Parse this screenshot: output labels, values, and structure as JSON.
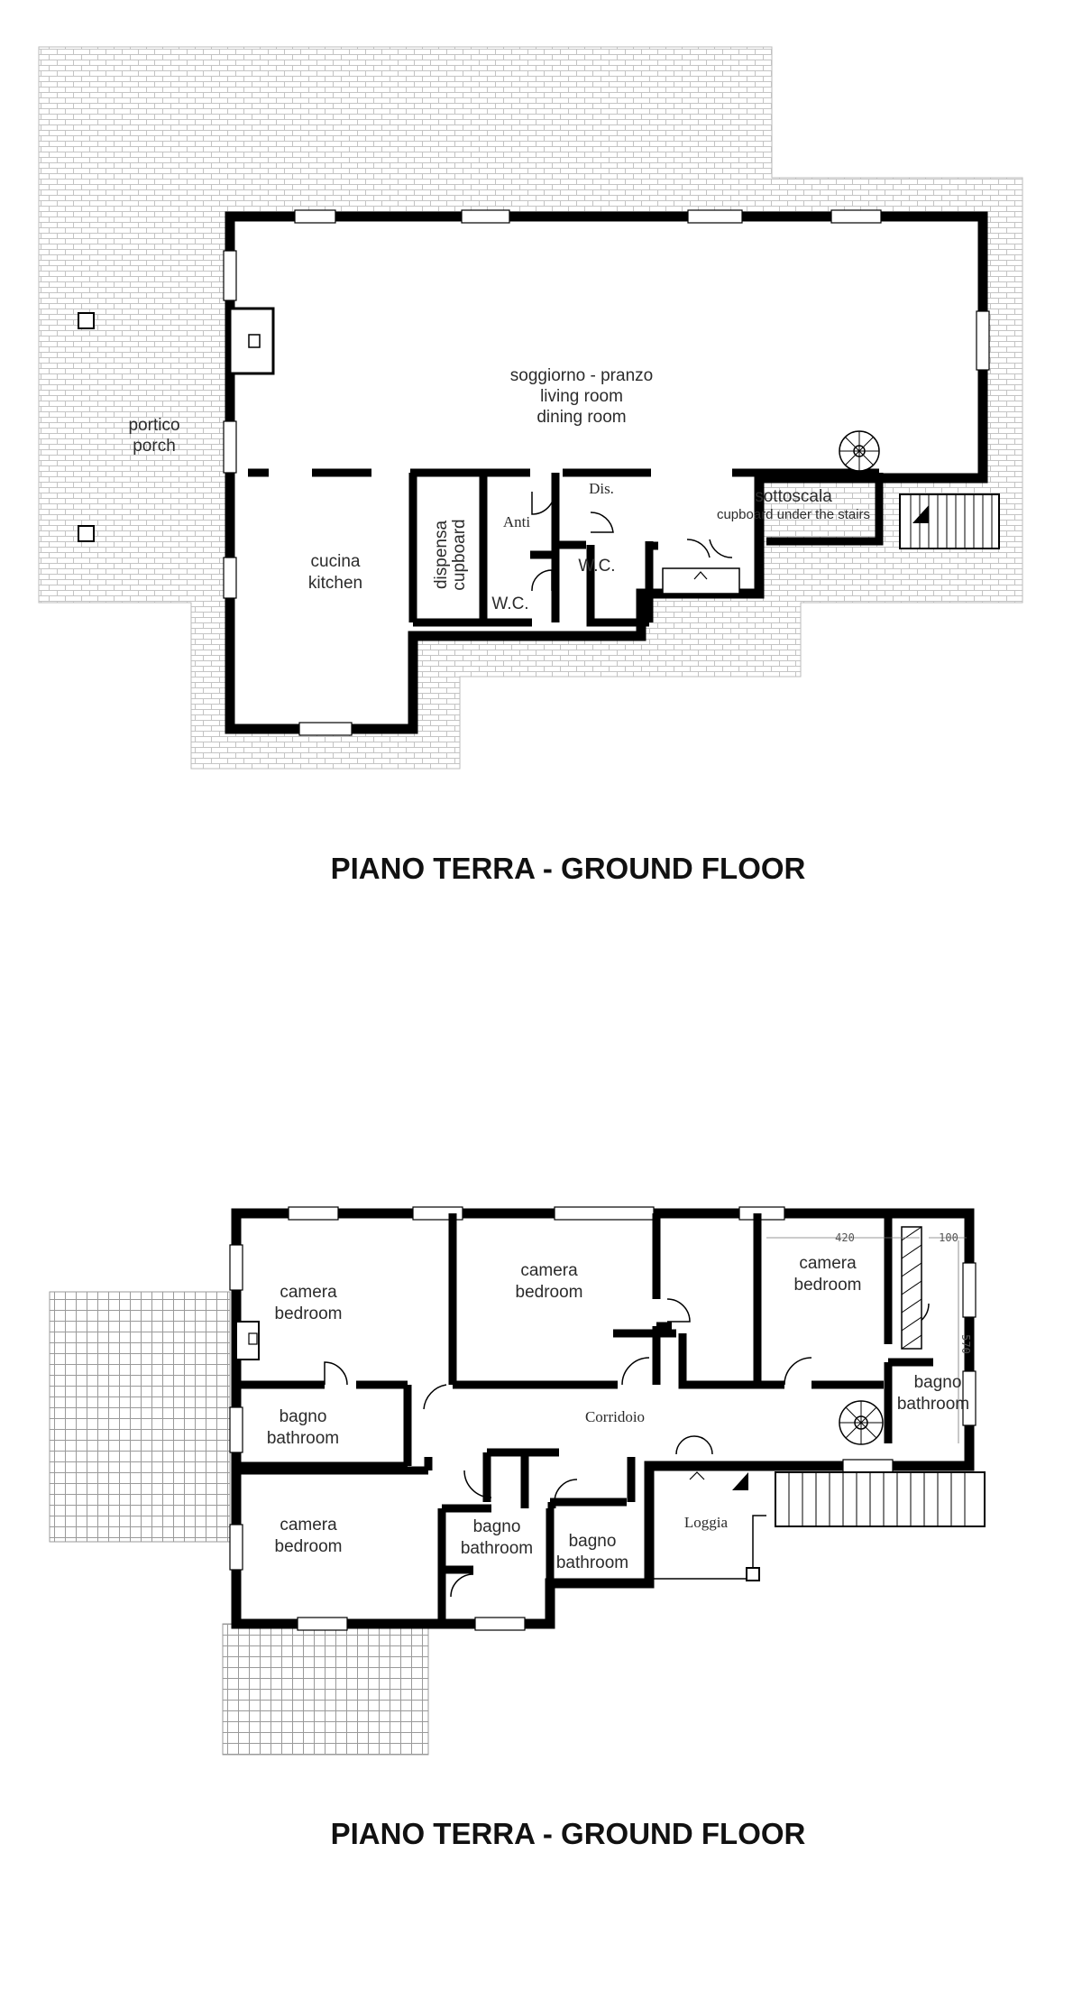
{
  "plans": [
    {
      "title": "PIANO TERRA - GROUND FLOOR",
      "labels": {
        "porch_it": "portico",
        "porch_en": "porch",
        "living_it": "soggiorno - pranzo",
        "living_en1": "living room",
        "living_en2": "dining room",
        "kitchen_it": "cucina",
        "kitchen_en": "kitchen",
        "pantry_it": "dispensa",
        "pantry_en": "cupboard",
        "anti": "Anti",
        "dis": "Dis.",
        "wc1": "W.C.",
        "wc2": "W.C.",
        "understairs_it": "sottoscala",
        "understairs_en": "cupboard under the stairs"
      }
    },
    {
      "title": "PIANO TERRA - GROUND FLOOR",
      "labels": {
        "bed1_it": "camera",
        "bed1_en": "bedroom",
        "bed2_it": "camera",
        "bed2_en": "bedroom",
        "bed3_it": "camera",
        "bed3_en": "bedroom",
        "bed4_it": "camera",
        "bed4_en": "bedroom",
        "bath1_it": "bagno",
        "bath1_en": "bathroom",
        "bath2_it": "bagno",
        "bath2_en": "bathroom",
        "bath3_it": "bagno",
        "bath3_en": "bathroom",
        "bath4_it": "bagno",
        "bath4_en": "bathroom",
        "corridor": "Corridoio",
        "loggia": "Loggia",
        "dim_420": "420",
        "dim_100": "100",
        "dim_570": "570"
      }
    }
  ]
}
